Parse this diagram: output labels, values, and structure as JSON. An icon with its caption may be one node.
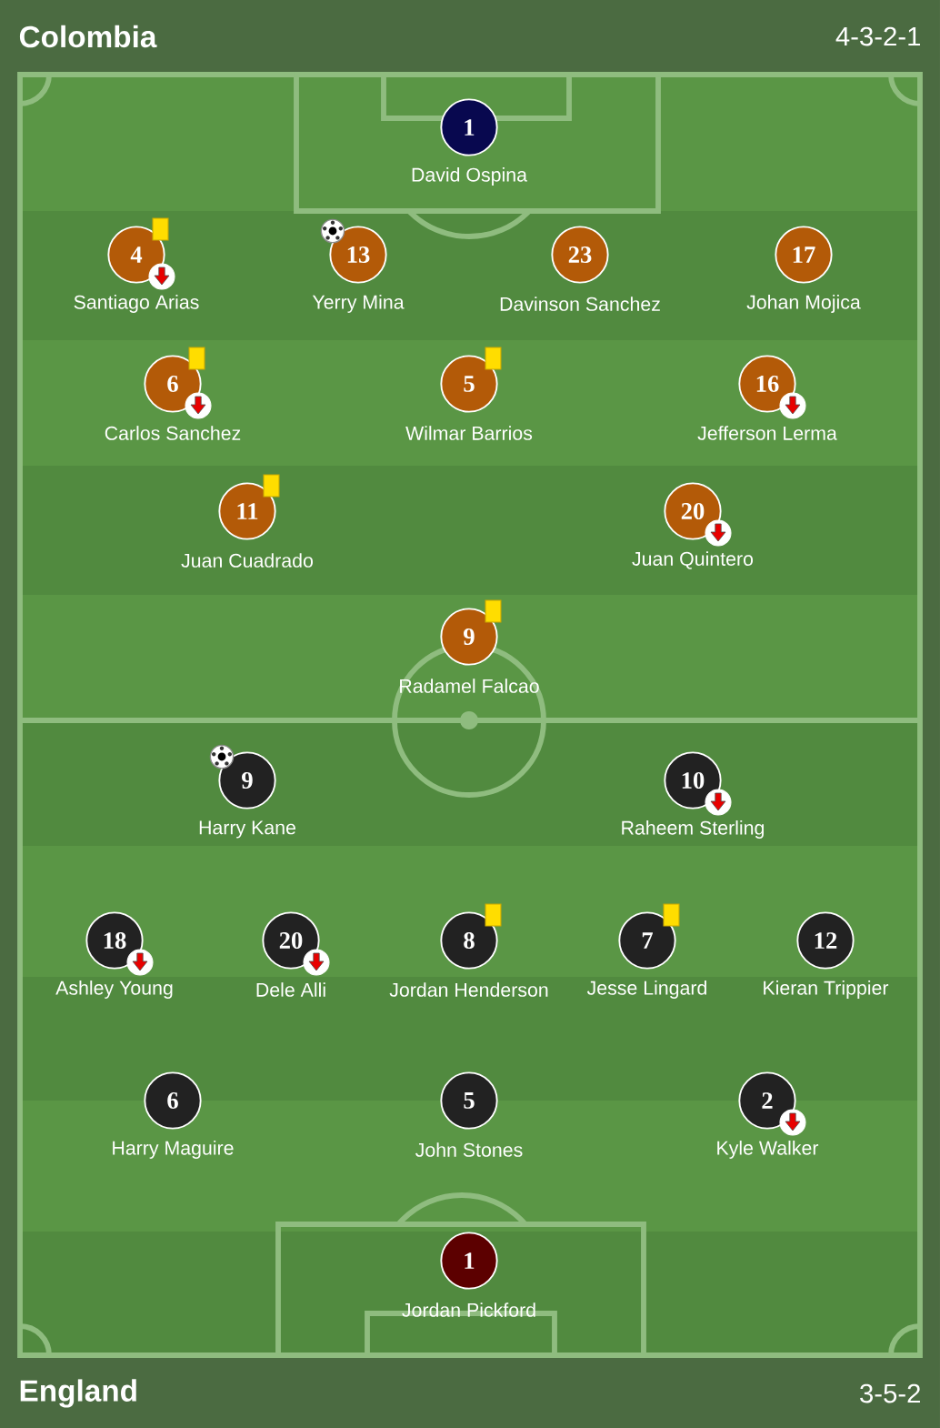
{
  "diagram": {
    "nodes": [
      {
        "text": [
          "1"
        ],
        "beside": [
          "David Ospina"
        ]
      },
      {
        "text": [
          "4"
        ],
        "beside": [
          "Santiago Arias"
        ]
      },
      {
        "text": [
          "13"
        ],
        "beside": [
          "Yerry Mina"
        ]
      },
      {
        "text": [
          "23"
        ],
        "beside": [
          "Davinson Sanchez"
        ]
      },
      {
        "text": [
          "17"
        ],
        "beside": [
          "Johan Mojica"
        ]
      },
      {
        "text": [
          "6"
        ],
        "beside": [
          "Carlos Sanchez"
        ]
      },
      {
        "text": [
          "5"
        ],
        "beside": [
          "Wilmar Barrios"
        ]
      },
      {
        "text": [
          "16"
        ],
        "beside": [
          "Jefferson Lerma"
        ]
      },
      {
        "text": [
          "11"
        ],
        "beside": [
          "Juan Cuadrado"
        ]
      },
      {
        "text": [
          "20"
        ],
        "beside": [
          "Juan Quintero"
        ]
      },
      {
        "text": [
          "9"
        ],
        "beside": [
          "Radamel Falcao"
        ]
      },
      {
        "text": [
          "9"
        ],
        "beside": [
          "Harry Kane"
        ]
      },
      {
        "text": [
          "10"
        ],
        "beside": [
          "Raheem Sterling"
        ]
      },
      {
        "text": [
          "18"
        ],
        "beside": [
          "Ashley Young"
        ]
      },
      {
        "text": [
          "20"
        ],
        "beside": [
          "Dele Alli"
        ]
      },
      {
        "text": [
          "8"
        ],
        "beside": [
          "Jordan Henderson"
        ]
      },
      {
        "text": [
          "7"
        ],
        "beside": [
          "Jesse Lingard"
        ]
      },
      {
        "text": [
          "12"
        ],
        "beside": [
          "Kieran Trippier"
        ]
      },
      {
        "text": [
          "6"
        ],
        "beside": [
          "Harry Maguire"
        ]
      },
      {
        "text": [
          "5"
        ],
        "beside": [
          "John Stones"
        ]
      },
      {
        "text": [
          "2"
        ],
        "beside": [
          "Kyle Walker"
        ]
      },
      {
        "text": [
          "1"
        ],
        "beside": [
          "Jordan Pickford"
        ]
      }
    ],
    "labels": [
      "Colombia",
      "4-3-2-1",
      "England",
      "3-5-2"
    ]
  }
}
